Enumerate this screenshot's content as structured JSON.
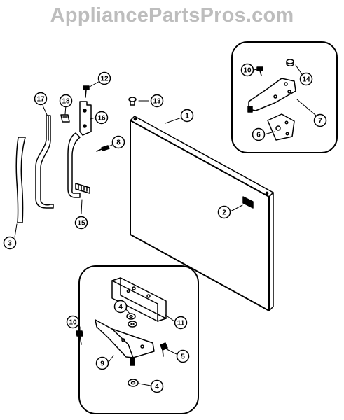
{
  "watermark": "AppliancePartsPros.com",
  "callouts": {
    "c1": "1",
    "c2": "2",
    "c3": "3",
    "c4a": "4",
    "c4b": "4",
    "c5": "5",
    "c6": "6",
    "c7": "7",
    "c8": "8",
    "c9": "9",
    "c10a": "10",
    "c10b": "10",
    "c11": "11",
    "c12": "12",
    "c13": "13",
    "c14": "14",
    "c15": "15",
    "c16": "16",
    "c17": "17",
    "c18": "18"
  },
  "colors": {
    "line": "#000000",
    "watermark": "#bdbdbd",
    "background": "#ffffff"
  }
}
